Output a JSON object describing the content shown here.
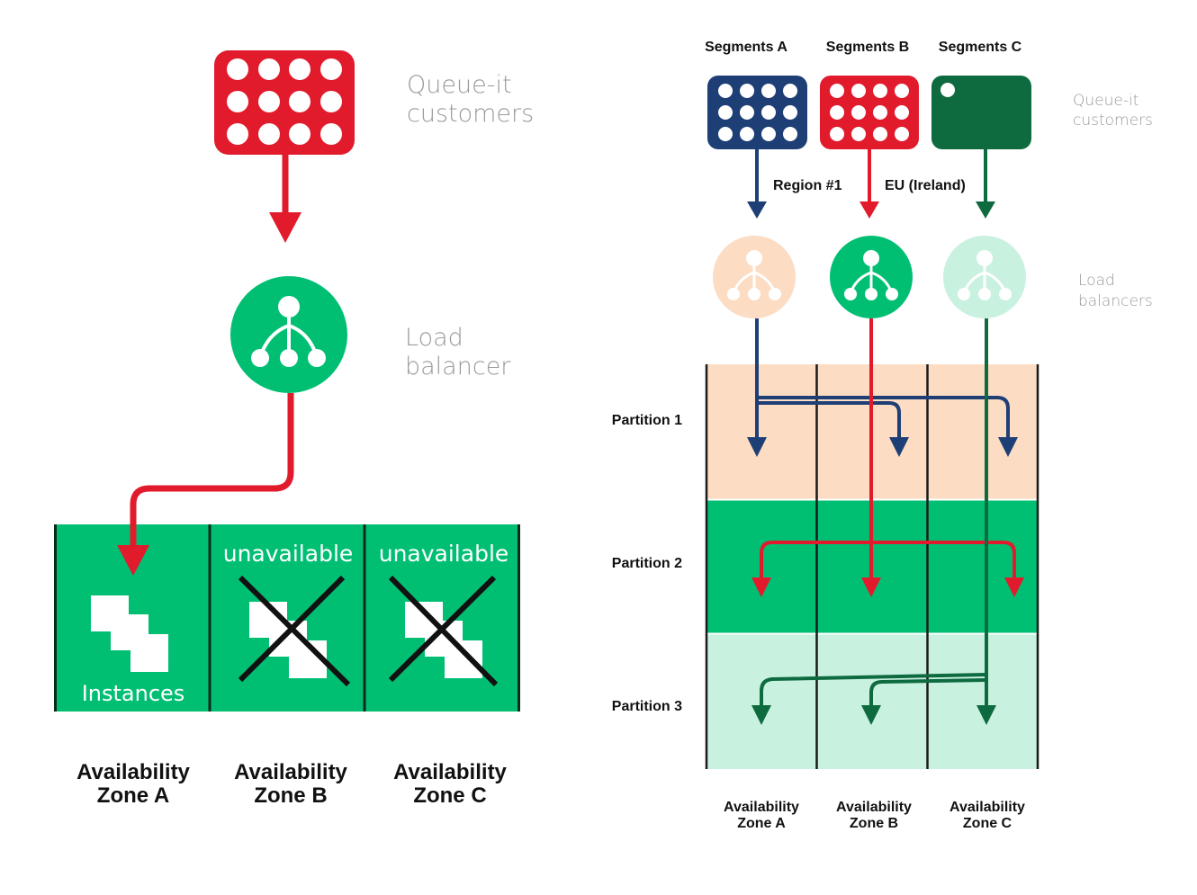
{
  "colors": {
    "red": "#e11b2c",
    "navy": "#1e3f75",
    "green": "#00bf73",
    "dark_green": "#0e6a3f",
    "peach": "#fcdcc3",
    "mint": "#c9f1e0",
    "label_gray": "#9a9a9a"
  },
  "left": {
    "customers_label": [
      "Queue-it",
      "customers"
    ],
    "lb_label": [
      "Load",
      "balancer"
    ],
    "instances_label": "Instances",
    "unavailable_b": "unavailable",
    "unavailable_c": "unavailable",
    "zones": [
      [
        "Availability",
        "Zone A"
      ],
      [
        "Availability",
        "Zone B"
      ],
      [
        "Availability",
        "Zone C"
      ]
    ]
  },
  "right": {
    "segments": [
      "Segments A",
      "Segments B",
      "Segments C"
    ],
    "customers_label": [
      "Queue-it",
      "customers"
    ],
    "lb_label": [
      "Load",
      "balancers"
    ],
    "region_label": "Region #1",
    "eu_label": "EU (Ireland)",
    "partitions": [
      "Partition 1",
      "Partition 2",
      "Partition 3"
    ],
    "zones": [
      [
        "Availability",
        "Zone A"
      ],
      [
        "Availability",
        "Zone B"
      ],
      [
        "Availability",
        "Zone C"
      ]
    ]
  },
  "icons": [
    "customer-grid-icon",
    "load-balancer-icon",
    "instance-icon",
    "unavailable-cross-icon",
    "arrow-icon"
  ]
}
